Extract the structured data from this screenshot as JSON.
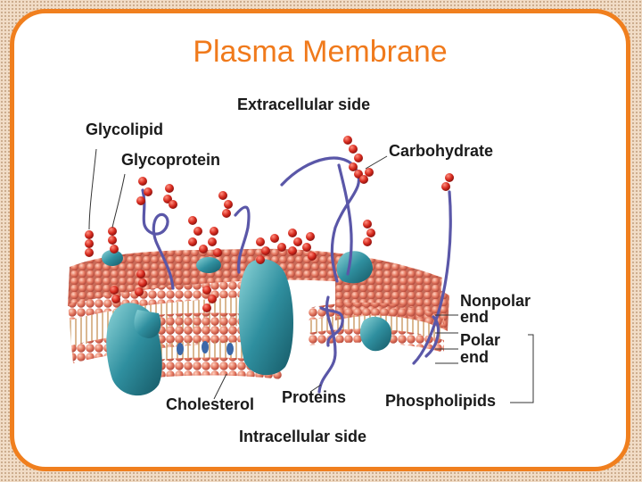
{
  "title": "Plasma Membrane",
  "labels": {
    "extracellular": "Extracellular side",
    "intracellular": "Intracellular side",
    "glycolipid": "Glycolipid",
    "glycoprotein": "Glycoprotein",
    "carbohydrate": "Carbohydrate",
    "nonpolar_1": "Nonpolar",
    "nonpolar_2": "end",
    "polar_1": "Polar",
    "polar_2": "end",
    "cholesterol": "Cholesterol",
    "proteins": "Proteins",
    "phospholipids": "Phospholipids"
  },
  "colors": {
    "border": "#f07f1e",
    "title": "#f07a1c",
    "phospholipid_head": "#e0806a",
    "protein": "#2f8f9f",
    "carbohydrate": "#d62a1e",
    "chain": "#5a57a8"
  }
}
